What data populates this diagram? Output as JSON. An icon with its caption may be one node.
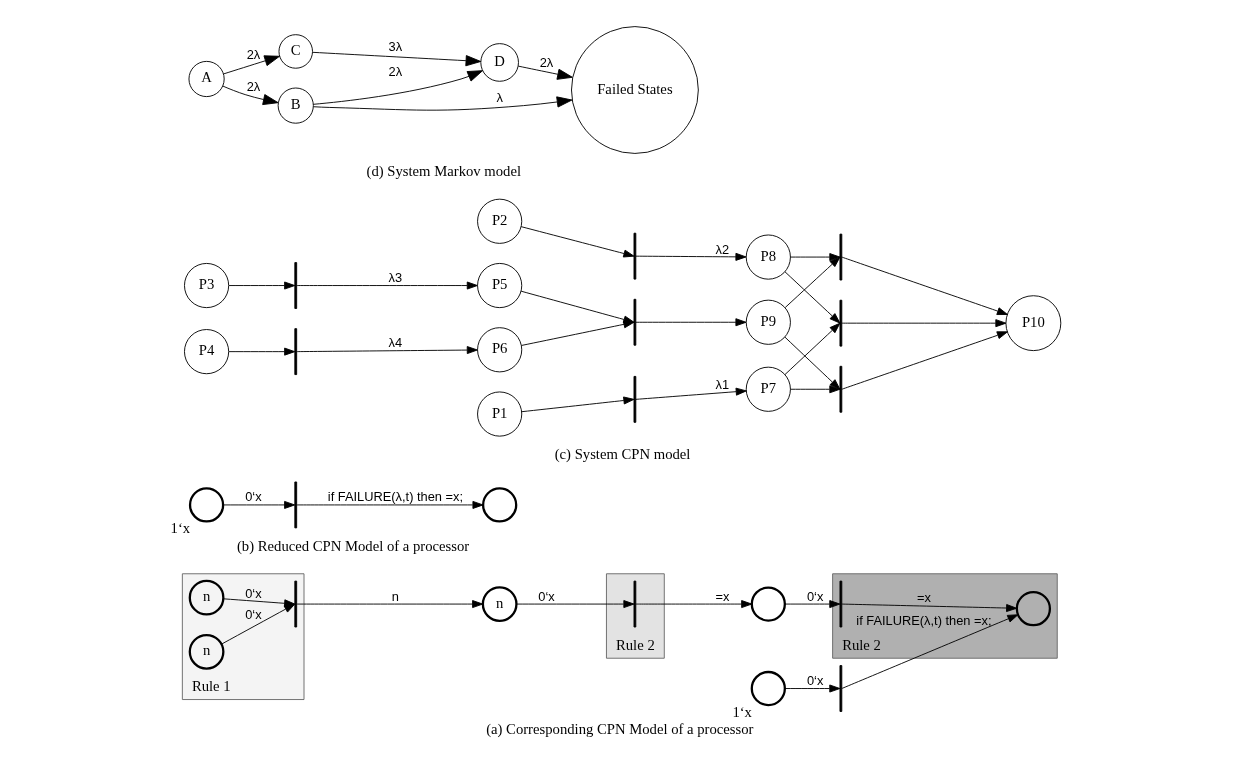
{
  "diagram": {
    "nodes": [
      {
        "text": [
          "Rule 1"
        ]
      },
      {
        "text": [
          "Rule 2"
        ]
      },
      {
        "text": [
          "Rule 2"
        ]
      },
      {
        "text": [
          "n"
        ],
        "in": 0
      },
      {
        "text": [
          "n"
        ],
        "in": 0
      },
      {
        "text": [],
        "shape": "bar",
        "in": 0
      },
      {
        "text": [
          "n"
        ]
      },
      {
        "text": [],
        "shape": "bar",
        "in": 1
      },
      {
        "text": [],
        "shape": "circle"
      },
      {
        "text": [],
        "shape": "bar",
        "in": 2
      },
      {
        "text": [],
        "shape": "circle",
        "in": 2
      },
      {
        "text": [],
        "shape": "circle",
        "beside": [
          "1‘x"
        ]
      },
      {
        "text": [],
        "shape": "bar"
      },
      {
        "text": [],
        "shape": "circle",
        "beside": [
          "1‘x"
        ]
      },
      {
        "text": [],
        "shape": "bar"
      },
      {
        "text": [],
        "shape": "circle"
      },
      {
        "text": [
          "P1"
        ]
      },
      {
        "text": [],
        "shape": "bar"
      },
      {
        "text": [
          "P7"
        ]
      },
      {
        "text": [
          "P2"
        ]
      },
      {
        "text": [],
        "shape": "bar"
      },
      {
        "text": [
          "P8"
        ]
      },
      {
        "text": [
          "P3"
        ]
      },
      {
        "text": [],
        "shape": "bar"
      },
      {
        "text": [
          "P5"
        ]
      },
      {
        "text": [
          "P4"
        ]
      },
      {
        "text": [],
        "shape": "bar"
      },
      {
        "text": [
          "P6"
        ]
      },
      {
        "text": [],
        "shape": "bar"
      },
      {
        "text": [
          "P9"
        ]
      },
      {
        "text": [],
        "shape": "bar"
      },
      {
        "text": [],
        "shape": "bar"
      },
      {
        "text": [],
        "shape": "bar"
      },
      {
        "text": [
          "P10"
        ]
      },
      {
        "text": [
          "A"
        ]
      },
      {
        "text": [
          "B"
        ]
      },
      {
        "text": [
          "C"
        ]
      },
      {
        "text": [
          "D"
        ]
      },
      {
        "text": [
          "Failed States"
        ]
      }
    ],
    "edges": [
      {
        "from": 3,
        "to": 5,
        "arrow": "to",
        "label": "0‘x"
      },
      {
        "from": 4,
        "to": 5,
        "arrow": "to",
        "label": "0‘x"
      },
      {
        "from": 5,
        "to": 6,
        "arrow": "to",
        "label": "n"
      },
      {
        "from": 6,
        "to": 7,
        "arrow": "to",
        "label": "0‘x"
      },
      {
        "from": 7,
        "to": 8,
        "arrow": "to",
        "label": "=x"
      },
      {
        "from": 8,
        "to": 9,
        "arrow": "to",
        "label": "0‘x"
      },
      {
        "from": 9,
        "to": 10,
        "arrow": "to",
        "label": "=x"
      },
      {
        "from": 11,
        "to": 12,
        "arrow": "to",
        "label": "0‘x"
      },
      {
        "from": 12,
        "to": 10,
        "arrow": "to",
        "label": "if FAILURE(λ,t) then =x;"
      },
      {
        "from": 13,
        "to": 14,
        "arrow": "to",
        "label": "0‘x"
      },
      {
        "from": 14,
        "to": 15,
        "arrow": "to",
        "label": "if FAILURE(λ,t) then =x;"
      },
      {
        "from": 16,
        "to": 17,
        "arrow": "to"
      },
      {
        "from": 17,
        "to": 18,
        "arrow": "to",
        "label": "λ1"
      },
      {
        "from": 19,
        "to": 20,
        "arrow": "to"
      },
      {
        "from": 20,
        "to": 21,
        "arrow": "to",
        "label": "λ2"
      },
      {
        "from": 22,
        "to": 23,
        "arrow": "to"
      },
      {
        "from": 23,
        "to": 24,
        "arrow": "to",
        "label": "λ3"
      },
      {
        "from": 25,
        "to": 26,
        "arrow": "to"
      },
      {
        "from": 26,
        "to": 27,
        "arrow": "to",
        "label": "λ4"
      },
      {
        "from": 24,
        "to": 28,
        "arrow": "to"
      },
      {
        "from": 27,
        "to": 28,
        "arrow": "to"
      },
      {
        "from": 28,
        "to": 29,
        "arrow": "to"
      },
      {
        "from": 18,
        "to": 30,
        "arrow": "to"
      },
      {
        "from": 21,
        "to": 30,
        "arrow": "to"
      },
      {
        "from": 21,
        "to": 31,
        "arrow": "to"
      },
      {
        "from": 29,
        "to": 31,
        "arrow": "to"
      },
      {
        "from": 18,
        "to": 32,
        "arrow": "to"
      },
      {
        "from": 29,
        "to": 32,
        "arrow": "to"
      },
      {
        "from": 30,
        "to": 33,
        "arrow": "to"
      },
      {
        "from": 31,
        "to": 33,
        "arrow": "to"
      },
      {
        "from": 32,
        "to": 33,
        "arrow": "to"
      },
      {
        "from": 34,
        "to": 35,
        "arrow": "to",
        "label": "2λ"
      },
      {
        "from": 34,
        "to": 36,
        "arrow": "to",
        "label": "2λ"
      },
      {
        "from": 35,
        "to": 37,
        "arrow": "to",
        "label": "2λ"
      },
      {
        "from": 35,
        "to": 38,
        "arrow": "to",
        "label": "λ"
      },
      {
        "from": 36,
        "to": 37,
        "arrow": "to",
        "label": "3λ"
      },
      {
        "from": 37,
        "to": 38,
        "arrow": "to",
        "label": "2λ"
      }
    ],
    "labels": [
      "(a) Corresponding CPN Model of a processor",
      "(b) Reduced CPN Model of a processor",
      "(c) System CPN model",
      "(d) System Markov model"
    ]
  }
}
